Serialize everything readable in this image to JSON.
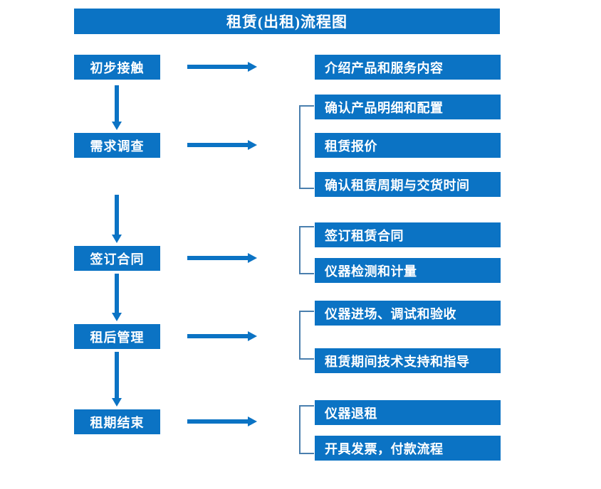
{
  "diagram": {
    "title": "租赁(出租)流程图",
    "accent_color": "#0b73c4",
    "bracket_color": "#4a7fae",
    "text_color": "#ffffff",
    "background_color": "#ffffff",
    "stages": [
      {
        "label": "初步接触"
      },
      {
        "label": "需求调查"
      },
      {
        "label": "签订合同"
      },
      {
        "label": "租后管理"
      },
      {
        "label": "租期结束"
      }
    ],
    "groups": [
      {
        "stage": "初步接触",
        "has_bracket": false,
        "details": [
          {
            "label": "介绍产品和服务内容"
          }
        ]
      },
      {
        "stage": "需求调查",
        "has_bracket": true,
        "details": [
          {
            "label": "确认产品明细和配置"
          },
          {
            "label": "租赁报价"
          },
          {
            "label": "确认租赁周期与交货时间"
          }
        ]
      },
      {
        "stage": "签订合同",
        "has_bracket": true,
        "details": [
          {
            "label": "签订租赁合同"
          },
          {
            "label": "仪器检测和计量"
          }
        ]
      },
      {
        "stage": "租后管理",
        "has_bracket": true,
        "details": [
          {
            "label": "仪器进场、调试和验收"
          },
          {
            "label": "租赁期间技术支持和指导"
          }
        ]
      },
      {
        "stage": "租期结束",
        "has_bracket": true,
        "details": [
          {
            "label": "仪器退租"
          },
          {
            "label": "开具发票，付款流程"
          }
        ]
      }
    ],
    "flow_connectors": {
      "vertical_arrow_count": 4,
      "horizontal_arrow_count": 5,
      "direction_vertical": "down",
      "direction_horizontal": "right"
    }
  }
}
